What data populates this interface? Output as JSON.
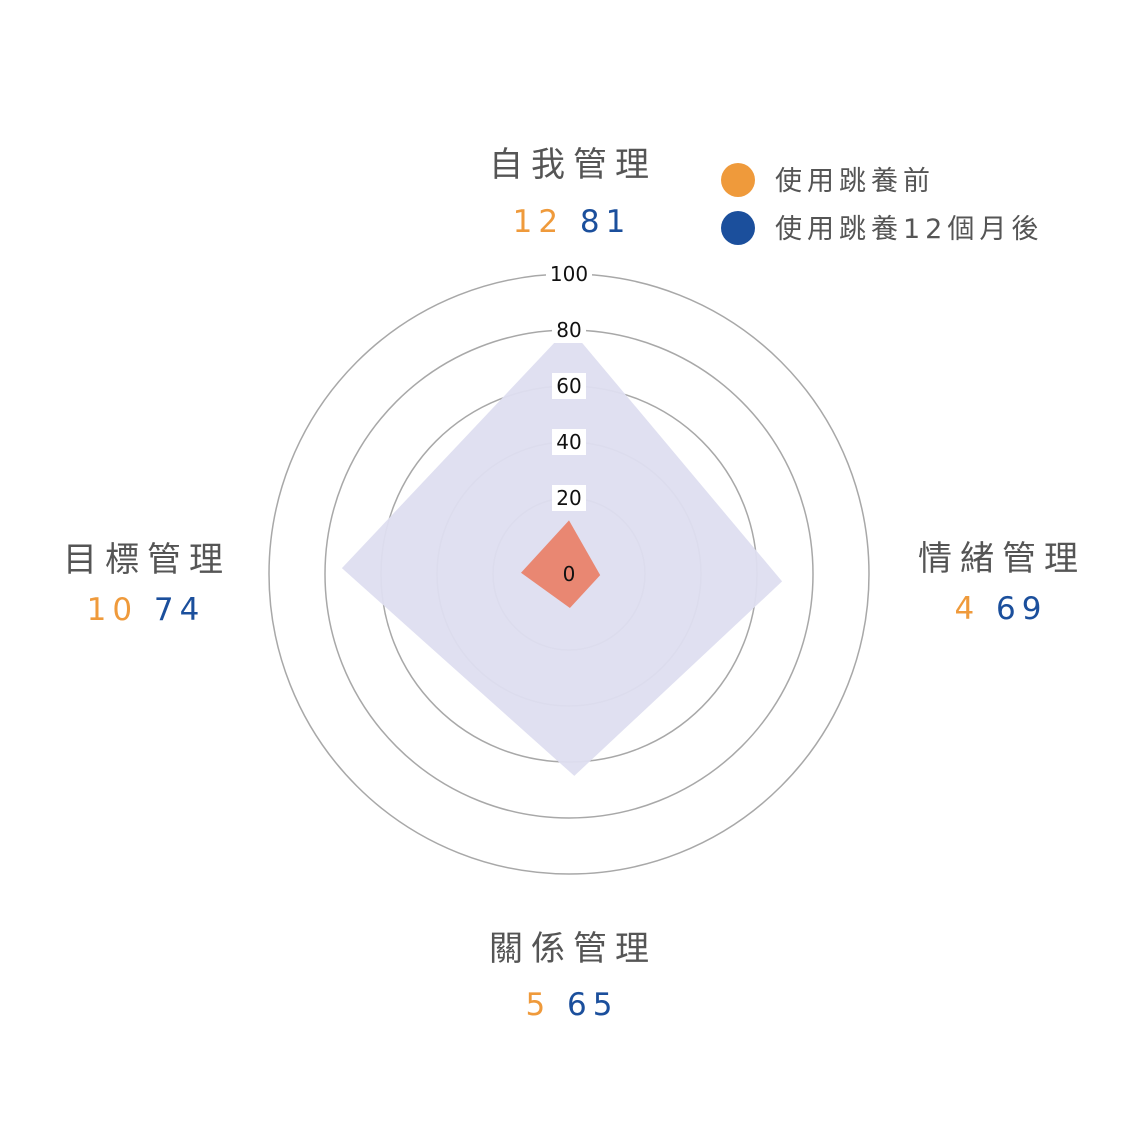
{
  "chart_data": {
    "type": "radar",
    "categories": [
      "自我管理",
      "情緒管理",
      "關係管理",
      "目標管理"
    ],
    "series": [
      {
        "name": "使用跳養前",
        "values": [
          12,
          4,
          5,
          10
        ],
        "color": "#ef9a3b",
        "fill": "#e98772"
      },
      {
        "name": "使用跳養12個月後",
        "values": [
          81,
          69,
          65,
          74
        ],
        "color": "#1b4f9c",
        "fill": "#dedef0"
      }
    ],
    "ticks": [
      "0",
      "20",
      "40",
      "60",
      "80",
      "100"
    ],
    "rlim": [
      0,
      100
    ],
    "grid": true,
    "legend": "top-right"
  }
}
